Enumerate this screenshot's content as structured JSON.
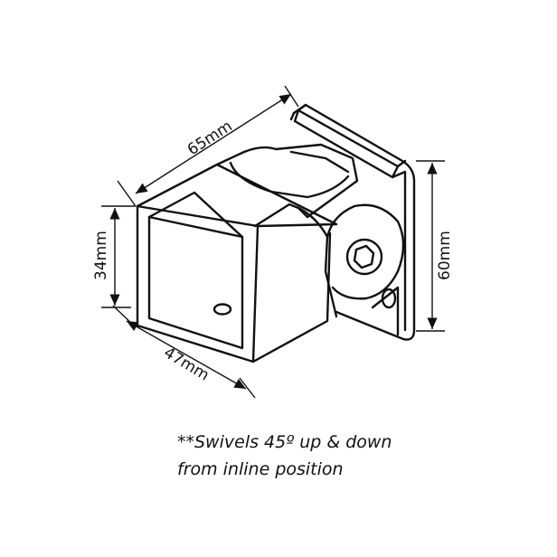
{
  "dimensions": {
    "length": "65mm",
    "height_tube": "34mm",
    "height_plate": "60mm",
    "width_tube": "47mm"
  },
  "caption": {
    "line1": "**Swivels 45º up & down",
    "line2": "from inline position"
  }
}
